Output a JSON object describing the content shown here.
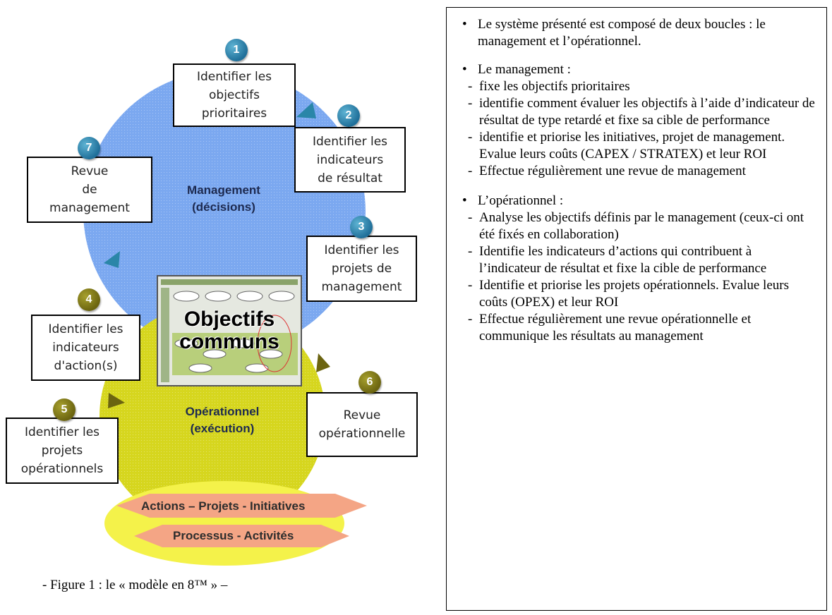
{
  "diagram": {
    "colors": {
      "management": "#7ba8f0",
      "operational": "#d6d61e",
      "ellipse": "#f4f24a",
      "band": "#f4a585",
      "arrow": "#2a86a8"
    },
    "loops": {
      "management": [
        "Management",
        "(décisions)"
      ],
      "operational": [
        "Opérationnel",
        "(exécution)"
      ]
    },
    "center": [
      "Objectifs",
      "communs"
    ],
    "foundation": {
      "top": "Actions – Projets - Initiatives",
      "bottom": "Processus - Activités"
    },
    "steps": [
      {
        "number": "1",
        "lines": [
          "Identifier les",
          "objectifs",
          "prioritaires"
        ]
      },
      {
        "number": "2",
        "lines": [
          "Identifier les",
          "indicateurs",
          "de résultat"
        ]
      },
      {
        "number": "3",
        "lines": [
          "Identifier les",
          "projets de",
          "management"
        ]
      },
      {
        "number": "4",
        "lines": [
          "Identifier les",
          "indicateurs",
          "d'action(s)"
        ]
      },
      {
        "number": "5",
        "lines": [
          "Identifier les",
          "projets",
          "opérationnels"
        ]
      },
      {
        "number": "6",
        "lines": [
          "Revue",
          "opérationnelle"
        ]
      },
      {
        "number": "7",
        "lines": [
          "Revue",
          "de",
          "management"
        ]
      }
    ]
  },
  "caption": "- Figure 1 : le « modèle en 8™ » –",
  "text_panel": {
    "intro": "Le système présenté est composé de deux boucles : le management et l’opérationnel.",
    "management": {
      "heading": "Le management :",
      "items": [
        "fixe les objectifs prioritaires",
        "identifie comment évaluer les objectifs à l’aide d’indicateur de résultat de type retardé et fixe sa cible de performance",
        "identifie et priorise les initiatives, projet de management. Evalue leurs coûts (CAPEX / STRATEX) et leur ROI",
        "Effectue régulièrement une revue de management"
      ]
    },
    "operational": {
      "heading": "L’opérationnel :",
      "items": [
        "Analyse les objectifs définis par le management (ceux-ci ont été fixés en collaboration)",
        "Identifie les indicateurs d’actions qui contribuent à l’indicateur de résultat et fixe la cible de performance",
        "Identifie et priorise les projets opérationnels. Evalue leurs coûts (OPEX) et leur ROI",
        "Effectue régulièrement une revue opérationnelle et communique les résultats au management"
      ]
    }
  }
}
